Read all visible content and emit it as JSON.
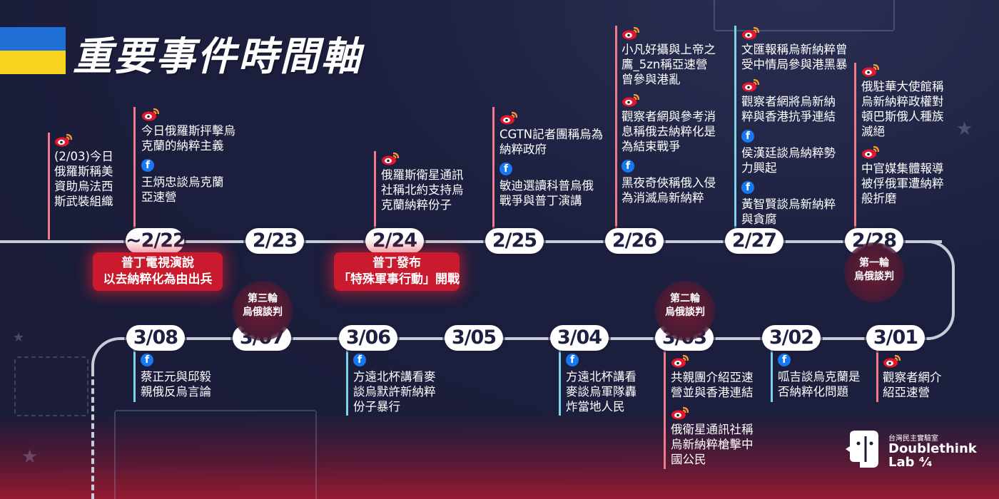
{
  "title": "重要事件時間軸",
  "dates": [
    {
      "label": "~2/22"
    },
    {
      "label": "2/23"
    },
    {
      "label": "2/24"
    },
    {
      "label": "2/25"
    },
    {
      "label": "2/26"
    },
    {
      "label": "2/27"
    },
    {
      "label": "2/28"
    },
    {
      "label": "3/01"
    },
    {
      "label": "3/02"
    },
    {
      "label": "3/03"
    },
    {
      "label": "3/04"
    },
    {
      "label": "3/05"
    },
    {
      "label": "3/06"
    },
    {
      "label": "3/07"
    },
    {
      "label": "3/08"
    }
  ],
  "entries": {
    "e0203": [
      {
        "platform": "weibo",
        "text": "(2/03)今日\n俄羅斯稱美\n資助烏法西\n斯武裝組織"
      }
    ],
    "e222": [
      {
        "platform": "weibo",
        "text": "今日俄羅斯抨擊烏\n克蘭的納粹主義"
      },
      {
        "platform": "facebook",
        "text": "王炳忠談烏克蘭\n亞速營"
      }
    ],
    "e224": [
      {
        "platform": "weibo",
        "text": "俄羅斯衛星通訊\n社稱北約支持烏\n克蘭納粹份子"
      }
    ],
    "e225": [
      {
        "platform": "weibo",
        "text": "CGTN記者團稱烏為\n納粹政府"
      },
      {
        "platform": "facebook",
        "text": "敏迪選讀科普烏俄\n戰爭與普丁演講"
      }
    ],
    "e226": [
      {
        "platform": "weibo",
        "text": "小凡好攝與上帝之\n鷹_5zn稱亞速營\n曾參與港亂"
      },
      {
        "platform": "weibo",
        "text": "觀察者網與參考消\n息稱俄去納粹化是\n為結束戰爭"
      },
      {
        "platform": "facebook",
        "text": "黑夜奇俠稱俄入侵\n為消滅烏新納粹"
      }
    ],
    "e227": [
      {
        "platform": "weibo",
        "text": "文匯報稱烏新納粹曾\n受中情局參與港黑暴"
      },
      {
        "platform": "weibo",
        "text": "觀察者網將烏新納\n粹與香港抗爭連結"
      },
      {
        "platform": "facebook",
        "text": "侯漢廷談烏納粹勢\n力興起"
      },
      {
        "platform": "facebook",
        "text": "黃智賢談烏新納粹\n與貪腐"
      }
    ],
    "e228": [
      {
        "platform": "weibo",
        "text": "俄駐華大使館稱\n烏新納粹政權對\n頓巴斯俄人種族\n滅絕"
      },
      {
        "platform": "weibo",
        "text": "中官媒集體報導\n被俘俄軍遭納粹\n般折磨"
      }
    ],
    "e301": [
      {
        "platform": "weibo",
        "text": "觀察者網介\n紹亞速營"
      }
    ],
    "e302": [
      {
        "platform": "facebook",
        "text": "呱吉談烏克蘭是\n否納粹化問題"
      }
    ],
    "e303": [
      {
        "platform": "weibo",
        "text": "共親團介紹亞速\n營並與香港連結"
      },
      {
        "platform": "weibo",
        "text": "俄衛星通訊社稱\n烏新納粹槍擊中\n國公民"
      }
    ],
    "e304": [
      {
        "platform": "facebook",
        "text": "方遠北杯講看\n麥談烏軍隊轟\n炸當地人民"
      }
    ],
    "e306": [
      {
        "platform": "facebook",
        "text": "方遠北杯講看麥\n談烏默許新納粹\n份子暴行"
      }
    ],
    "e308": [
      {
        "platform": "facebook",
        "text": "蔡正元與邱毅\n親俄反烏言論"
      }
    ]
  },
  "events": {
    "putin_speech": "普丁電視演說\n以去納粹化為由出兵",
    "special_op": "普丁發布\n「特殊軍事行動」開戰"
  },
  "rounds": {
    "r1": {
      "line1": "第一輪",
      "line2": "烏俄談判"
    },
    "r2": {
      "line1": "第二輪",
      "line2": "烏俄談判"
    },
    "r3": {
      "line1": "第三輪",
      "line2": "烏俄談判"
    }
  },
  "logo": {
    "small": "台灣民主實驗室",
    "big": "Doublethink\nLab ⁴⁄₄"
  },
  "colors": {
    "weibo_line": "#f07a8a",
    "fb_line": "#7ad3ea",
    "event_red": "#c91a2e",
    "pill": "#ffffff"
  }
}
